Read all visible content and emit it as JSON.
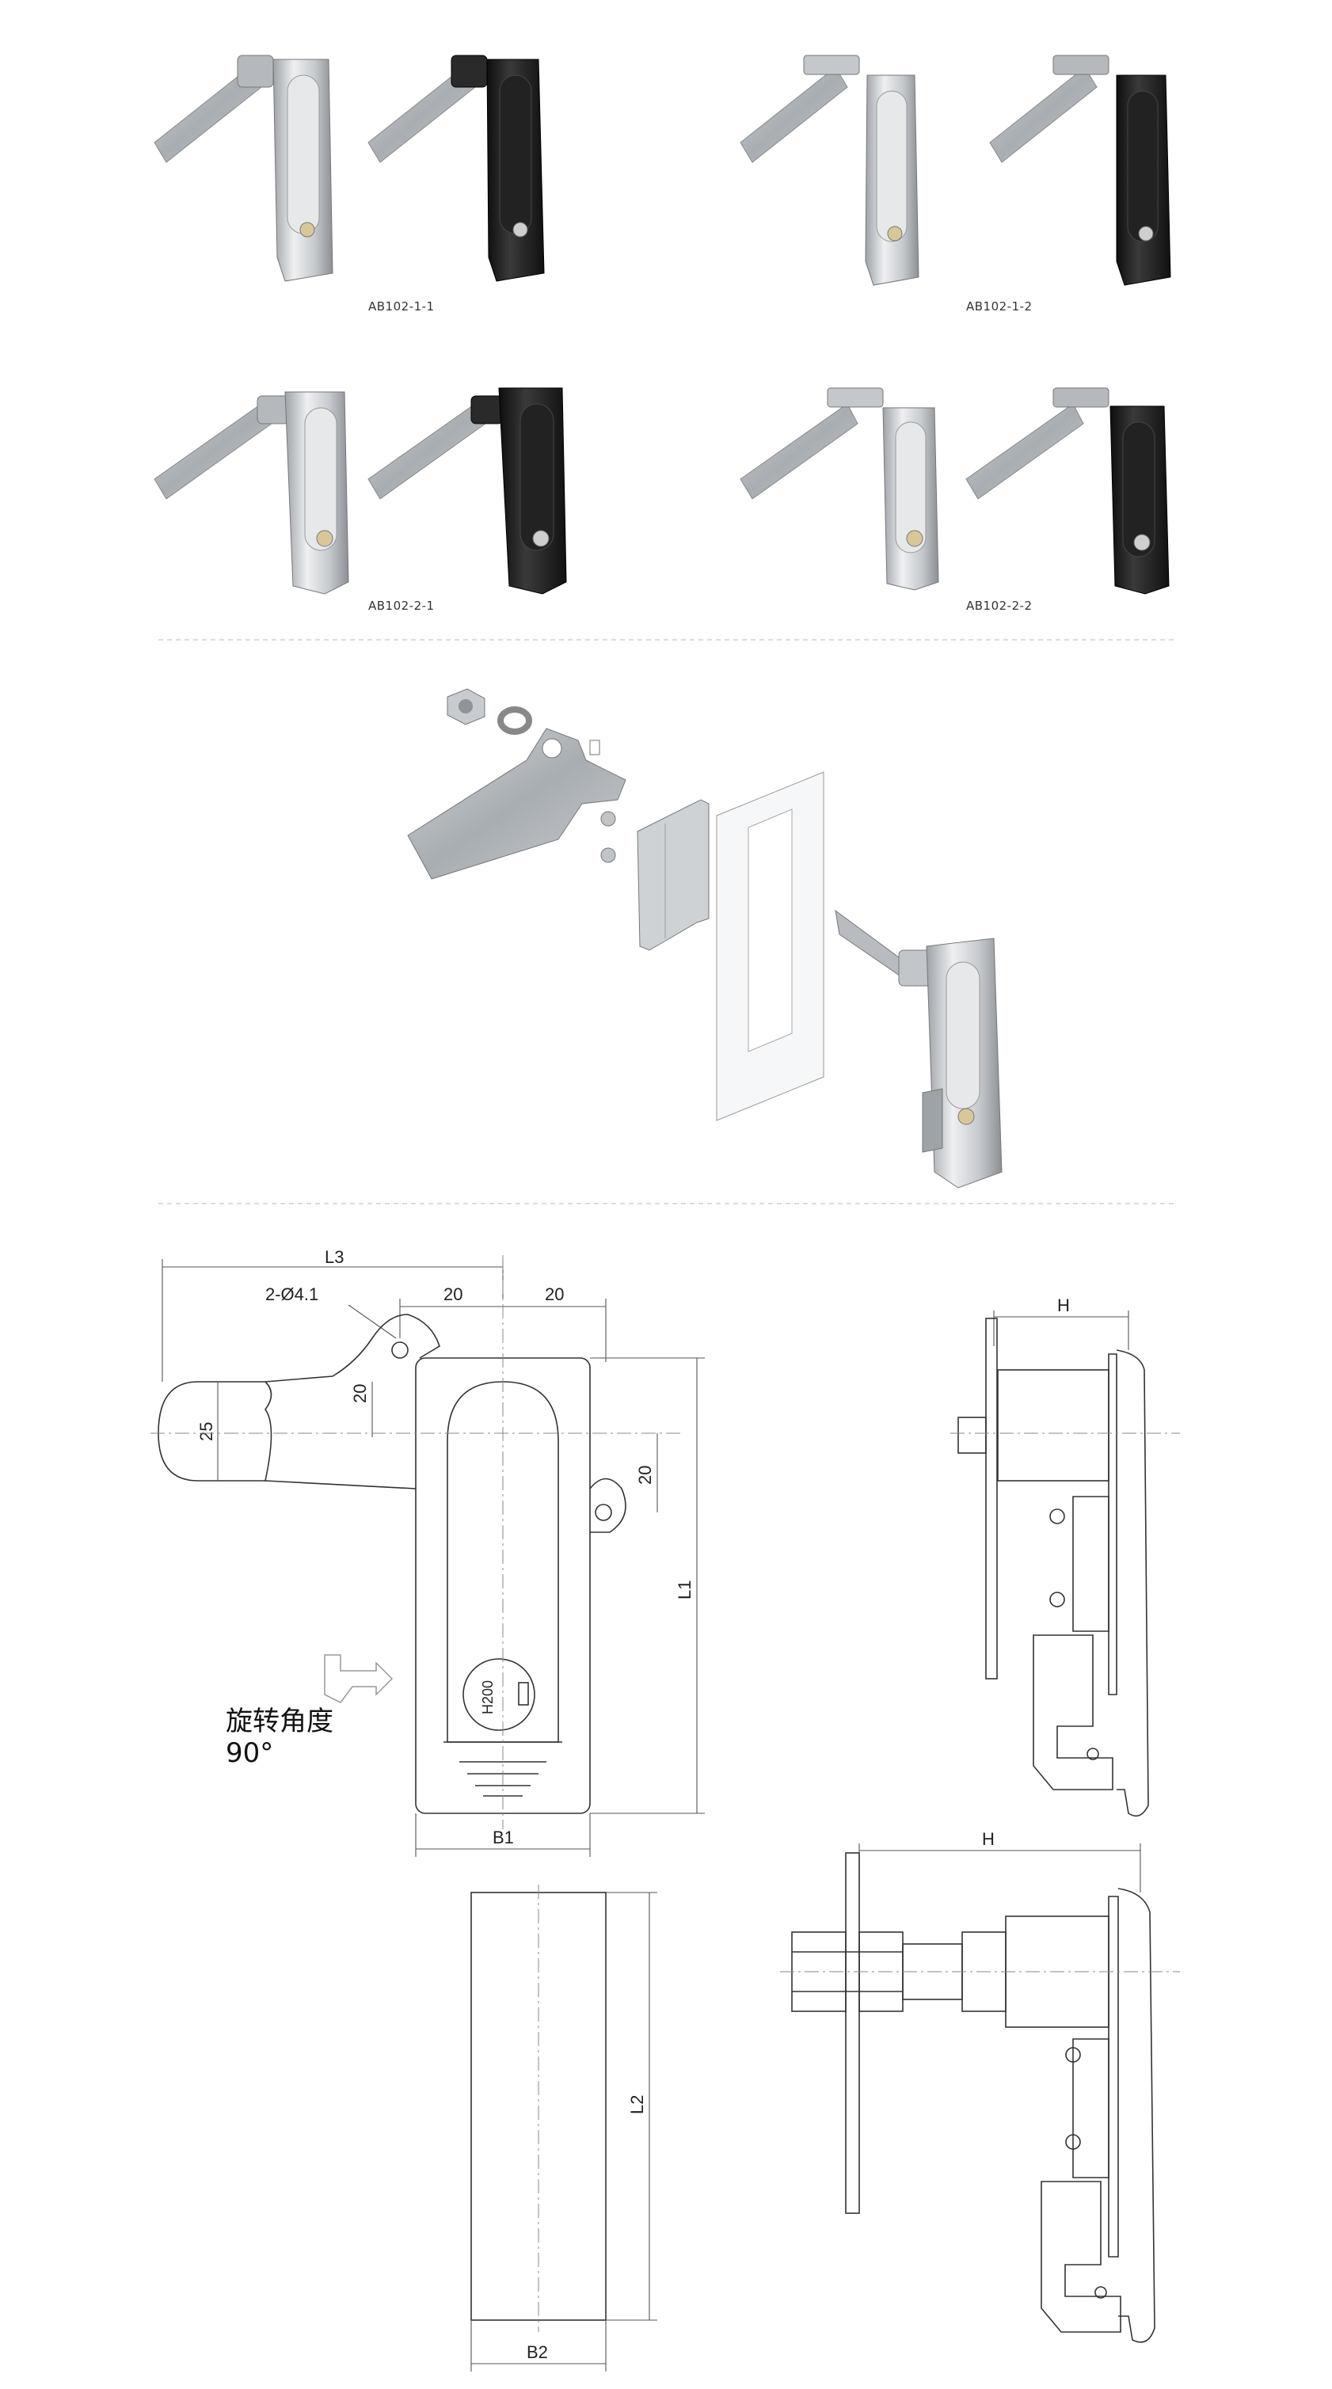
{
  "products": [
    {
      "code": "AB102-1-1"
    },
    {
      "code": "AB102-1-2"
    },
    {
      "code": "AB102-2-1"
    },
    {
      "code": "AB102-2-2"
    }
  ],
  "drawing": {
    "labels": {
      "L3": "L3",
      "hole": "2-Ø4.1",
      "d20a": "20",
      "d20b": "20",
      "d20c": "20",
      "d20d": "20",
      "d25": "25",
      "L1": "L1",
      "B1": "B1",
      "H_top": "H",
      "H_bottom": "H",
      "L2": "L2",
      "B2": "B2",
      "H200": "H200"
    },
    "rotation_label": "旋转角度",
    "rotation_value": "90°"
  },
  "colors": {
    "zinc": "#c9ccd0",
    "black_finish": "#1c1c1c",
    "line": "#333333",
    "divider": "#cccccc"
  }
}
